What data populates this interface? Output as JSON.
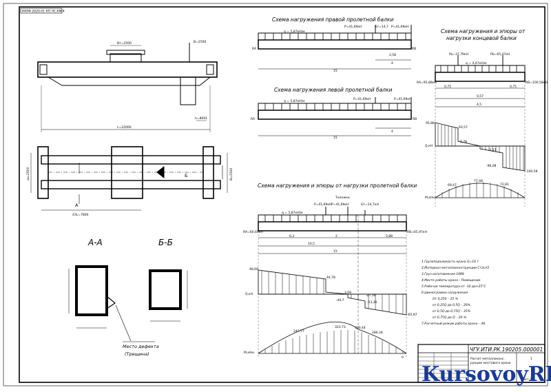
{
  "stamp": "ККРФ 2020.01 КП ЛС.КМ 4",
  "headings": {
    "right_beam": "Схема нагружения правой пролетной балки",
    "left_beam": "Схема нагружения левой пролетной балки",
    "end_beam": "Схема нагружения и эпюры от нагрузки концевой балки",
    "span_beam": "Схема нагружения и эпюры от нагрузки пролетной балки"
  },
  "sections": {
    "aa": "А-А",
    "bb": "Б-Б",
    "a": "А",
    "b": "Б"
  },
  "defect": {
    "line1": "Место дефекта",
    "line2": "(Трещина)"
  },
  "crane_dims": {
    "top": "Вт=2500",
    "right_top": "В=2500",
    "span": "L=22000",
    "bot_right": "h=8001",
    "plan_left": "ш=2500",
    "plan_right": "В=2500",
    "plan_bottom": "4ЗL=7800"
  },
  "right_beam": {
    "q": "q = 5,87кН/м",
    "p1": "P=41,69кН",
    "g": "Gт=14,7",
    "p2": "P=41,69кН",
    "ra": "RA",
    "rb": "RB",
    "d1": "2,58",
    "d2": "4",
    "span": "15"
  },
  "left_beam": {
    "q": "q = 5,87кН/м",
    "p1": "P=41,69кН",
    "p2": "P=41,69кН",
    "ra": "RA",
    "rb": "RB",
    "d1": "4",
    "span": "15"
  },
  "end_beam": {
    "q": "q = 4,47кН/м",
    "pa": "Pa=37,79кН",
    "pb": "Pb=65,47кН",
    "ra": "RA=95,88кН",
    "rb": "RB=100,58кН",
    "d1": "0,75",
    "d2": "0,57",
    "d3": "0,75",
    "span": "4,5",
    "q_vals": [
      "95,88",
      "93,57",
      "0,78",
      "-5,11",
      "-96,08",
      "-100,58"
    ],
    "q_axis": "Q,кН",
    "m_vals": [
      "69,47",
      "77,48",
      "72,81"
    ],
    "m_axis": "M,кНм"
  },
  "span_beam": {
    "q": "q = 5,87кН/м",
    "p1": "P=41,69кН",
    "p2": "P=41,69кН",
    "g": "Gт=14,7кН",
    "trolley": "Тележка",
    "ra": "RA=60,69кН",
    "rb": "RB=65,97кН",
    "d1": "6,3",
    "d2": "2",
    "d3": "5,88",
    "d4": "10,5",
    "span": "15",
    "q_vals": [
      "48,69",
      "44,78",
      "3,09",
      "-40,7",
      "-27,16",
      "-53,36",
      "-65,97"
    ],
    "q_axis": "Q,кН",
    "m_vals": [
      "247,77",
      "323,73",
      "300,44",
      "286,34"
    ],
    "m_axis": "M,кНм",
    "m_zero": "0"
  },
  "notes": [
    "1.Грузоподъемность крана Q=10 т",
    "2.Материал металлоконструкции Ст3сп5",
    "3.Груз изготовления 1988",
    "4.Место работы крана - Помещение",
    "5.Рабочая температура от -10 до+25°С",
    "6.Циклограмма нагружения",
    "От 0,250 – 25 %",
    "от 0,25Q до 0,5Q – 20%",
    "от 0,5Q до 0,75Q – 35%",
    "от 0,75Q до Q – 20 %",
    "7.Расчетный режим работы крана – А6"
  ],
  "title_block": {
    "code": "ЧГУ.ИТИ.РК.190205.000001",
    "desc1": "Расчет металлоконс.",
    "desc2": "рукции мостового крана",
    "sheet": "1",
    "footer": "лист 1"
  },
  "watermark": "KursovoyRF.ru",
  "colors": {
    "drawing": "#000000",
    "watermark": "#173a9b",
    "accent": "#e83a1c"
  }
}
